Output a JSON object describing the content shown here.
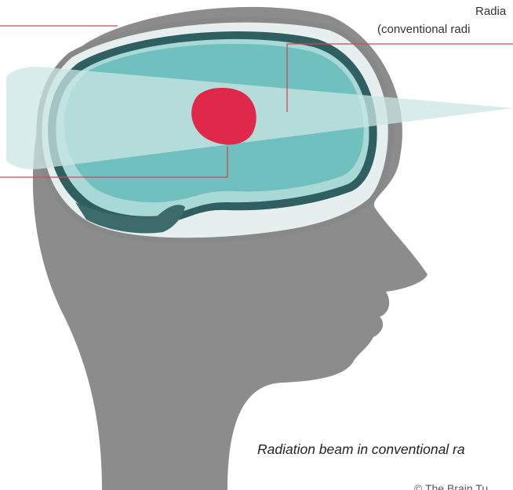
{
  "labels": {
    "beam_label_line1": "Radia",
    "beam_label_line2": "(conventional radi"
  },
  "caption": "Radiation beam in conventional ra",
  "copyright": "© The Brain Tu",
  "colors": {
    "head": "#8c8c8c",
    "skull_outline": "#888888",
    "skull_inner_band": "#e6efee",
    "brain_border": "#2f5f60",
    "brain_fill": "#6fc0bf",
    "brain_light": "#a9d9d6",
    "cerebellum": "#3c6b69",
    "beam": "#c9e6e4",
    "tumour": "#e0284a",
    "leader_line": "#d04858"
  },
  "icons": {
    "tumour": "tumour-blob",
    "radiation_beam": "beam-wedge"
  }
}
